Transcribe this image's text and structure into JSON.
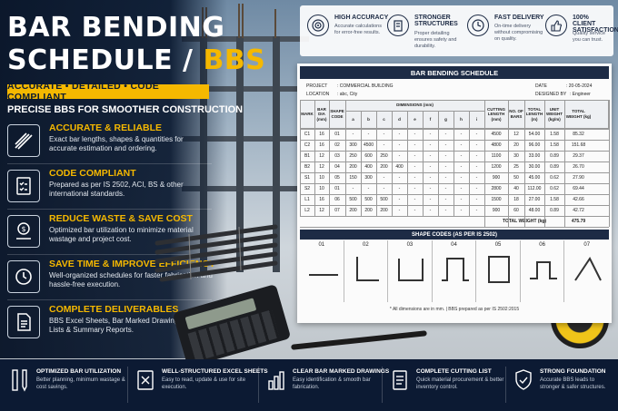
{
  "header": {
    "title_line1": "BAR BENDING",
    "title_line2": "SCHEDULE / ",
    "title_accent": "BBS",
    "tagline": "ACCURATE • DETAILED • CODE COMPLIANT",
    "subheading": "PRECISE BBS FOR SMOOTHER CONSTRUCTION"
  },
  "features": [
    {
      "title": "ACCURATE & RELIABLE",
      "desc": "Exact bar lengths, shapes & quantities for accurate estimation and ordering.",
      "icon": "rebar-icon"
    },
    {
      "title": "CODE COMPLIANT",
      "desc": "Prepared as per IS 2502, ACI, BS & other international standards.",
      "icon": "checklist-icon"
    },
    {
      "title": "REDUCE WASTE & SAVE COST",
      "desc": "Optimized bar utilization to minimize material wastage and project cost.",
      "icon": "money-icon"
    },
    {
      "title": "SAVE TIME & IMPROVE EFFICIENCY",
      "desc": "Well-organized schedules for faster fabrication and hassle-free execution.",
      "icon": "clock-icon"
    },
    {
      "title": "COMPLETE DELIVERABLES",
      "desc": "BBS Excel Sheets, Bar Marked Drawings, Cutting Lists & Summary Reports.",
      "icon": "document-icon"
    }
  ],
  "badges": [
    {
      "title": "HIGH ACCURACY",
      "desc": "Accurate calculations for error-free results.",
      "icon": "target-icon"
    },
    {
      "title": "STRONGER STRUCTURES",
      "desc": "Proper detailing ensures safety and durability.",
      "icon": "building-icon"
    },
    {
      "title": "FAST DELIVERY",
      "desc": "On-time delivery without compromising on quality.",
      "icon": "clock-icon"
    },
    {
      "title": "100% CLIENT SATISFACTION",
      "desc": "Quality service you can trust.",
      "icon": "thumbs-up-icon"
    }
  ],
  "sheet": {
    "title": "BAR BENDING SCHEDULE",
    "project_label": "PROJECT",
    "project_value": ": COMMERCIAL BUILDING",
    "location_label": "LOCATION",
    "location_value": ": abc, City",
    "date_label": "DATE",
    "date_value": ": 20-05-2024",
    "designed_label": "DESIGNED BY",
    "designed_value": ": Engineer",
    "headers": {
      "mark": "MARK",
      "dia": "BAR DIA (mm)",
      "shape": "SHAPE CODE",
      "dimensions": "DIMENSIONS (mm)",
      "dims": [
        "a",
        "b",
        "c",
        "d",
        "e",
        "f",
        "g",
        "h",
        "i"
      ],
      "cutting": "CUTTING LENGTH (mm)",
      "bars": "NO. OF BARS",
      "total": "TOTAL LENGTH (m)",
      "unit": "UNIT WEIGHT (kg/m)",
      "weight": "TOTAL WEIGHT (kg)"
    },
    "rows": [
      [
        "C1",
        "16",
        "01",
        "-",
        "-",
        "-",
        "-",
        "-",
        "-",
        "-",
        "-",
        "-",
        "4500",
        "12",
        "54.00",
        "1.58",
        "85.32"
      ],
      [
        "C2",
        "16",
        "02",
        "300",
        "4500",
        "-",
        "-",
        "-",
        "-",
        "-",
        "-",
        "-",
        "4800",
        "20",
        "96.00",
        "1.58",
        "151.68"
      ],
      [
        "B1",
        "12",
        "03",
        "250",
        "600",
        "250",
        "-",
        "-",
        "-",
        "-",
        "-",
        "-",
        "1100",
        "30",
        "33.00",
        "0.89",
        "29.37"
      ],
      [
        "B2",
        "12",
        "04",
        "200",
        "400",
        "200",
        "400",
        "-",
        "-",
        "-",
        "-",
        "-",
        "1200",
        "25",
        "30.00",
        "0.89",
        "26.70"
      ],
      [
        "S1",
        "10",
        "05",
        "150",
        "300",
        "-",
        "-",
        "-",
        "-",
        "-",
        "-",
        "-",
        "900",
        "50",
        "45.00",
        "0.62",
        "27.90"
      ],
      [
        "S2",
        "10",
        "01",
        "-",
        "-",
        "-",
        "-",
        "-",
        "-",
        "-",
        "-",
        "-",
        "2800",
        "40",
        "112.00",
        "0.62",
        "69.44"
      ],
      [
        "L1",
        "16",
        "06",
        "500",
        "500",
        "500",
        "-",
        "-",
        "-",
        "-",
        "-",
        "-",
        "1500",
        "18",
        "27.00",
        "1.58",
        "42.66"
      ],
      [
        "L2",
        "12",
        "07",
        "200",
        "200",
        "200",
        "-",
        "-",
        "-",
        "-",
        "-",
        "-",
        "900",
        "60",
        "48.00",
        "0.89",
        "42.72"
      ]
    ],
    "total_label": "TOTAL WEIGHT (kg)",
    "total_value": "475.79",
    "shape_title": "SHAPE CODES (AS PER IS 2502)",
    "shape_codes": [
      "01",
      "02",
      "03",
      "04",
      "05",
      "06",
      "07"
    ],
    "footer": "* All dimensions are in mm.   |   BBS prepared as per IS 2502:2015"
  },
  "bottom": [
    {
      "title": "OPTIMIZED BAR UTILIZATION",
      "desc": "Better planning, minimum wastage & cost savings.",
      "icon": "ruler-pencil-icon"
    },
    {
      "title": "WELL-STRUCTURED EXCEL SHEETS",
      "desc": "Easy to read, update & use for site execution.",
      "icon": "excel-icon"
    },
    {
      "title": "CLEAR BAR MARKED DRAWINGS",
      "desc": "Easy identification & smooth bar fabrication.",
      "icon": "bar-chart-icon"
    },
    {
      "title": "COMPLETE CUTTING LIST",
      "desc": "Quick material procurement & better inventory control.",
      "icon": "list-icon"
    },
    {
      "title": "STRONG FOUNDATION",
      "desc": "Accurate BBS leads to stronger & safer structures.",
      "icon": "shield-icon"
    }
  ],
  "colors": {
    "accent": "#f5b800",
    "navy": "#0c1a33",
    "sheet_header": "#1d2b45"
  }
}
